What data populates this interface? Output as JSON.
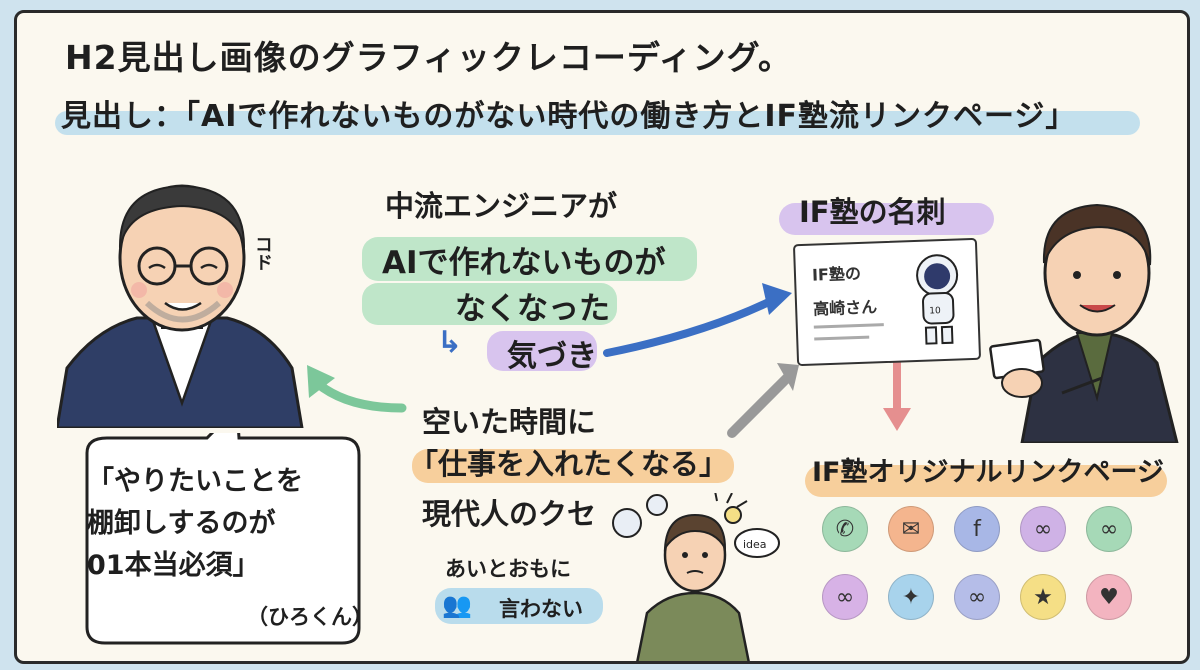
{
  "title": {
    "line1": "H2見出し画像のグラフィックレコーディング。",
    "line2": "見出し：「AIで作れないものがない時代の働き方とIF塾流リンクページ」"
  },
  "left": {
    "sfx": "コド",
    "quote_l1": "「やりたいことを",
    "quote_l2": "棚卸しするのが",
    "quote_l3": "01本当必須」",
    "quote_sign": "（ひろくん）"
  },
  "center": {
    "a1": "中流エンジニアが",
    "a2": "AIで作れないものが",
    "a3": "なくなった",
    "kizuki": "気づき",
    "b1": "空いた時間に",
    "b2": "「仕事を入れたくなる」",
    "b3": "現代人のクセ",
    "c1": "あいとおもに",
    "c2": "言わない",
    "idea": "idea"
  },
  "right": {
    "card_heading": "IF塾の名刺",
    "card_l1": "IF塾の",
    "card_l2": "高崎さん",
    "badge": "10",
    "links_heading": "IF塾オリジナルリンクページ"
  },
  "icons": [
    {
      "name": "phone-icon",
      "glyph": "✆",
      "color": "#a6d9b7"
    },
    {
      "name": "mail-icon",
      "glyph": "✉",
      "color": "#f4b58e"
    },
    {
      "name": "facebook-icon",
      "glyph": "f",
      "color": "#a8b7e6"
    },
    {
      "name": "link-icon",
      "glyph": "∞",
      "color": "#cfb2e6"
    },
    {
      "name": "link-icon",
      "glyph": "∞",
      "color": "#a6d9b7"
    },
    {
      "name": "link-icon",
      "glyph": "∞",
      "color": "#d7b2e6"
    },
    {
      "name": "twitter-icon",
      "glyph": "✦",
      "color": "#a8d3ec"
    },
    {
      "name": "link-icon",
      "glyph": "∞",
      "color": "#b5bde8"
    },
    {
      "name": "star-icon",
      "glyph": "★",
      "color": "#f5df86"
    },
    {
      "name": "heart-icon",
      "glyph": "♥",
      "color": "#f3b4c0"
    }
  ],
  "colors": {
    "green_hl": "#bfe6c9",
    "purple_hl": "#d8c4ee",
    "orange_hl": "#f7cf9c",
    "blue_hl": "#b9dcec",
    "arrow_blue": "#3b6fc4",
    "arrow_green": "#7cc79a",
    "arrow_pink": "#e58f8f"
  }
}
